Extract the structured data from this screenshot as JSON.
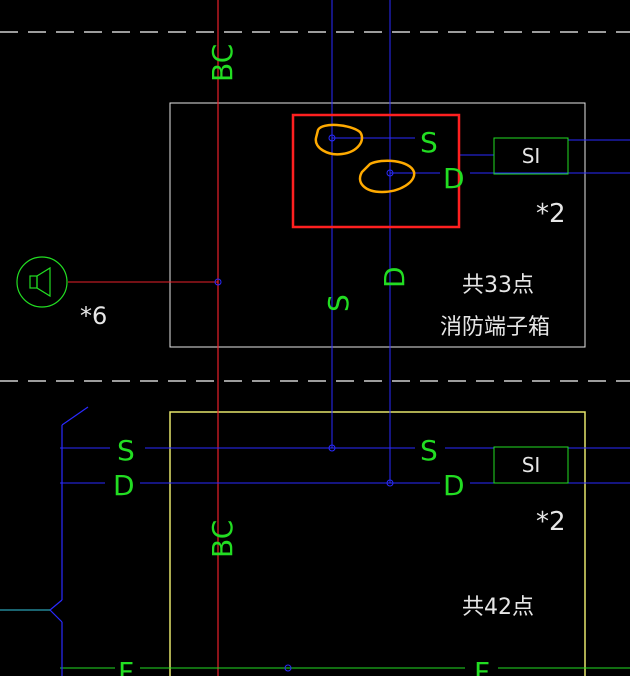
{
  "labels": {
    "bc": "BC",
    "s": "S",
    "d": "D",
    "f": "F",
    "si": "SI",
    "mult_2": "*2",
    "mult_6": "*6",
    "total_33": "共33点",
    "terminal_box": "消防端子箱",
    "total_42": "共42点"
  },
  "colors": {
    "background": "#000000",
    "wire_blue": "#2a2aff",
    "wire_red": "#e8202a",
    "label_green": "#22dd22",
    "box_white": "#e6e6e6",
    "box_yellow": "#e6e66a",
    "dash_white": "#cfcfcf",
    "highlight_red": "#ff2020",
    "annotation_orange": "#ffaa00",
    "wire_cyan": "#33c8e0"
  },
  "icons": {
    "speaker": "speaker-icon"
  }
}
